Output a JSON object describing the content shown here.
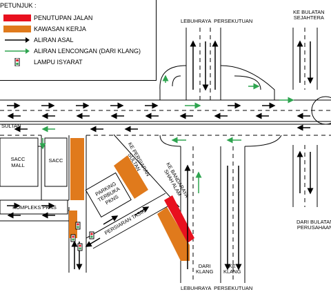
{
  "legend": {
    "title": "PETUNJUK :",
    "items": [
      {
        "icon": "red-bar",
        "label": "PENUTUPAN JALAN"
      },
      {
        "icon": "orange-bar",
        "label": "KAWASAN KERJA"
      },
      {
        "icon": "black-arrow",
        "label": "ALIRAN ASAL"
      },
      {
        "icon": "green-arrow",
        "label": "ALIRAN LENCONGAN (DARI KLANG)"
      },
      {
        "icon": "traffic-light",
        "label": "LAMPU ISYARAT"
      }
    ]
  },
  "labels": {
    "lebuhraya_top": "LEBUHRAYA  PERSEKUTUAN",
    "bulatan_top": "KE BULATAN\nSEJAHTERA",
    "sultan": "SULTAN",
    "sacc_mall": "SACC\nMALL",
    "sacc": "SACC",
    "kompleks": "KOMPLEKS PKNS",
    "parking": "PARKING\nTERBUKA\nPKNS",
    "ke_persiaran_sultan": "KE PERSIARAN\nSULTAN",
    "ke_bandaraya": "KE BANDARAYA\nSHAH ALAM",
    "persiaran_tasik": "PERSIARAN TASIK",
    "dari_bulatan": "DARI BULATAN\nPERUSAHAAN",
    "dari_klang": "DARI\nKLANG",
    "ke_klang": "KE\nKLANG",
    "lebuhraya_bottom": "LEBUHRAYA  PERSEKUTUAN"
  },
  "colors": {
    "closure": "#e8101e",
    "work_zone": "#e07a1c",
    "original_flow": "#000000",
    "detour_flow": "#2ea44f",
    "light_red": "#e8101e",
    "light_green": "#2ea44f"
  }
}
